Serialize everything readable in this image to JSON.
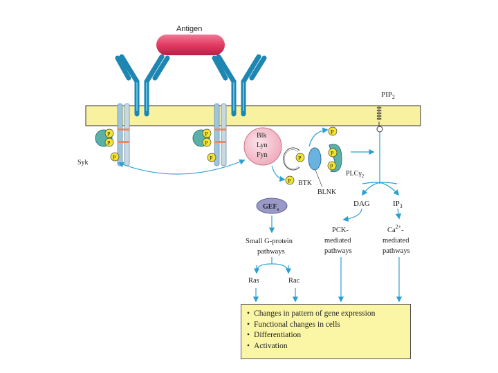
{
  "labels": {
    "antigen": "Antigen",
    "pip2": "PIP",
    "pip2_sub": "2",
    "syk": "Syk",
    "blk": "Blk",
    "lyn": "Lyn",
    "fyn": "Fyn",
    "btk": "BTK",
    "blnk": "BLNK",
    "plc": "PLCγ",
    "plc_sub": "2",
    "p": "P",
    "dag": "DAG",
    "ip3": "IP",
    "ip3_sub": "3",
    "gefs": "GEF",
    "gefs_sub": "s",
    "small_g_line1": "Small G-protein",
    "small_g_line2": "pathways",
    "pck_line1": "PCK-",
    "pck_line2": "mediated",
    "pck_line3": "pathways",
    "ca_prefix": "Ca",
    "ca_sup": "2+",
    "ca_suffix": "-",
    "ca_line2": "mediated",
    "ca_line3": "pathways",
    "ras": "Ras",
    "rac": "Rac"
  },
  "outcomes": [
    "Changes in pattern of gene expression",
    "Functional changes in cells",
    "Differentiation",
    "Activation"
  ],
  "colors": {
    "membrane": "#f8f1a0",
    "antigen": "#e33b62",
    "antibody": "#1d86b2",
    "arrow": "#2a9fd0",
    "phospho": "#f3e433",
    "kinase": "#f6c9d3",
    "result_box": "#faf6a6"
  }
}
